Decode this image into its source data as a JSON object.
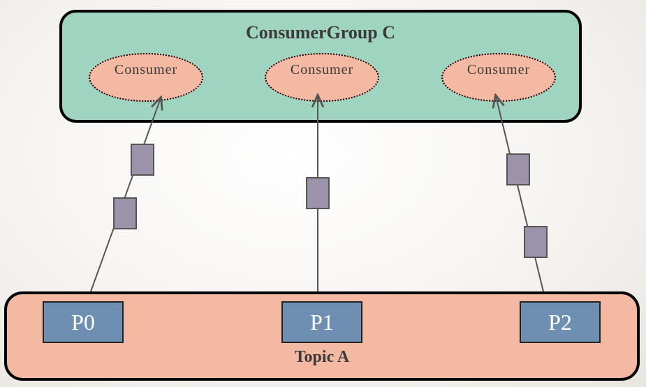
{
  "consumer_group": {
    "title": "ConsumerGroup C",
    "consumers": [
      {
        "label": "Consumer"
      },
      {
        "label": "Consumer"
      },
      {
        "label": "Consumer"
      }
    ]
  },
  "topic": {
    "title": "Topic A",
    "partitions": [
      {
        "label": "P0"
      },
      {
        "label": "P1"
      },
      {
        "label": "P2"
      }
    ]
  },
  "colors": {
    "consumer_group_fill": "#9fd4c0",
    "consumer_fill": "#f4b9a3",
    "topic_fill": "#f4b9a3",
    "partition_fill": "#6f8fb2",
    "message_fill": "#9c93ab"
  }
}
